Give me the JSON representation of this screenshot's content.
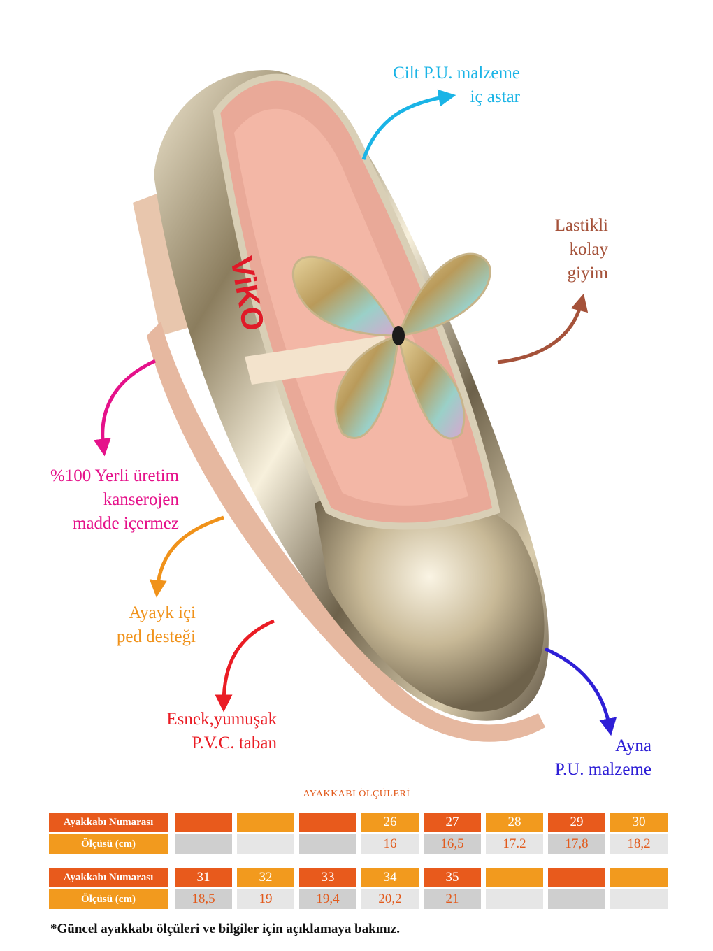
{
  "brand": "ViKO",
  "callouts": {
    "lining": [
      "Cilt P.U. malzeme",
      "iç astar"
    ],
    "elastic": [
      "Lastikli",
      "kolay",
      "giyim"
    ],
    "local": [
      "%100 Yerli üretim",
      "kanserojen",
      "madde içermez"
    ],
    "insole": [
      "Ayayk içi",
      "ped desteği"
    ],
    "sole": [
      "Esnek,yumuşak",
      "P.V.C. taban"
    ],
    "mirror": [
      "Ayna",
      "P.U. malzeme"
    ]
  },
  "colors": {
    "lining": "#1ab4e6",
    "elastic": "#a5523a",
    "local": "#e5118a",
    "insole": "#f0921a",
    "sole": "#ea1c24",
    "mirror": "#2e1fd6"
  },
  "size_table": {
    "title": "AYAKKABI ÖLÇÜLERİ",
    "row_label_number": "Ayakkabı Numarası",
    "row_label_size": "Ölçüsü (cm)",
    "table1": {
      "numbers": [
        "",
        "",
        "",
        "26",
        "27",
        "28",
        "29",
        "30"
      ],
      "sizes": [
        "",
        "",
        "",
        "16",
        "16,5",
        "17.2",
        "17,8",
        "18,2"
      ]
    },
    "table2": {
      "numbers": [
        "31",
        "32",
        "33",
        "34",
        "35",
        "",
        "",
        ""
      ],
      "sizes": [
        "18,5",
        "19",
        "19,4",
        "20,2",
        "21",
        "",
        "",
        ""
      ]
    }
  },
  "footnote": "*Güncel ayakkabı ölçüleri ve bilgiler için açıklamaya bakınız."
}
